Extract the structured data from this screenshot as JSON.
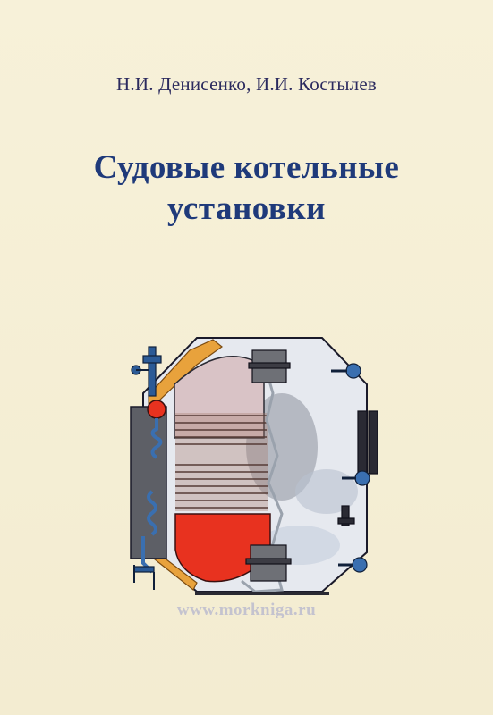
{
  "cover": {
    "authors": "Н.И. Денисенко, И.И. Костылев",
    "title_line1": "Судовые котельные",
    "title_line2": "установки",
    "watermark": "www.morkniga.ru",
    "illustration_name": "marine-boiler-cutaway"
  },
  "colors": {
    "background": "#f6f0d6",
    "title": "#1f3a7a",
    "authors": "#2b2a5e",
    "flame": "#e8321f",
    "steel_blue": "#3a6fb0",
    "insulation": "#e8a23c"
  }
}
